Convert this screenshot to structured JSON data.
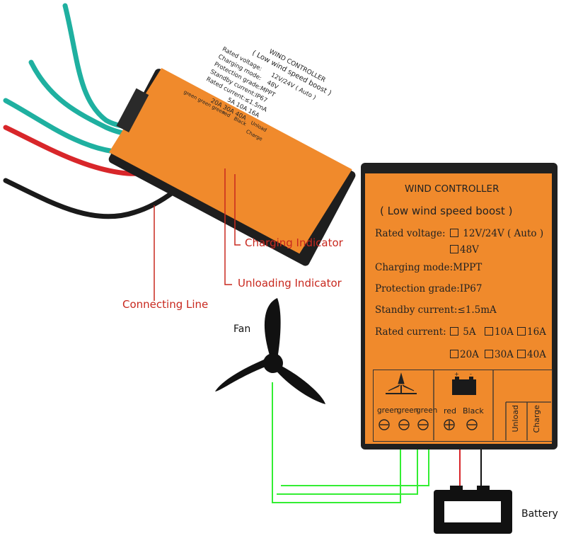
{
  "controller": {
    "title": "WIND CONTROLLER",
    "subtitle": "( Low wind speed boost )",
    "rated_voltage_label": "Rated voltage:",
    "voltage_opt1": "12V/24V ( Auto )",
    "voltage_opt2": "48V",
    "charging_mode": "Charging mode:MPPT",
    "protection": "Protection grade:IP67",
    "standby": "Standby current:≤1.5mA",
    "rated_current_label": "Rated current:",
    "currents": [
      "5A",
      "10A",
      "16A",
      "20A",
      "30A",
      "40A"
    ],
    "terminal_labels": {
      "green1": "green",
      "green2": "green",
      "green3": "green",
      "red": "red",
      "black": "Black",
      "unload": "Unload",
      "charge": "Charge"
    }
  },
  "labels": {
    "charging_indicator": "Charging Indicator",
    "unloading_indicator": "Unloading Indicator",
    "connecting_line": "Connecting Line",
    "fan": "Fan",
    "battery": "Battery"
  },
  "small_controller": {
    "title": "WIND CONTROLLER",
    "subtitle": "( Low wind speed boost )",
    "l1": "Rated voltage:",
    "l1b": "12V/24V ( Auto )",
    "l2": "Charging mode:",
    "l2b": "48V",
    "l3": "Protection grade:MPPT",
    "l4": "Standby current:IP67",
    "l5": "Rated current:≤1.5mA",
    "l6": "5A 10A 16A",
    "l7": "20A 30A 40A",
    "t_green": "green green green",
    "t_red": "red",
    "t_black": "Black",
    "t_unload": "Unload",
    "t_charge": "Charge"
  },
  "colors": {
    "orange": "#f08a2c",
    "callout_red": "#c8281e",
    "wire_green": "#1fb0a0",
    "connect_green": "#33ee33",
    "wire_red": "#d8262a",
    "wire_black": "#1a1a1a"
  }
}
